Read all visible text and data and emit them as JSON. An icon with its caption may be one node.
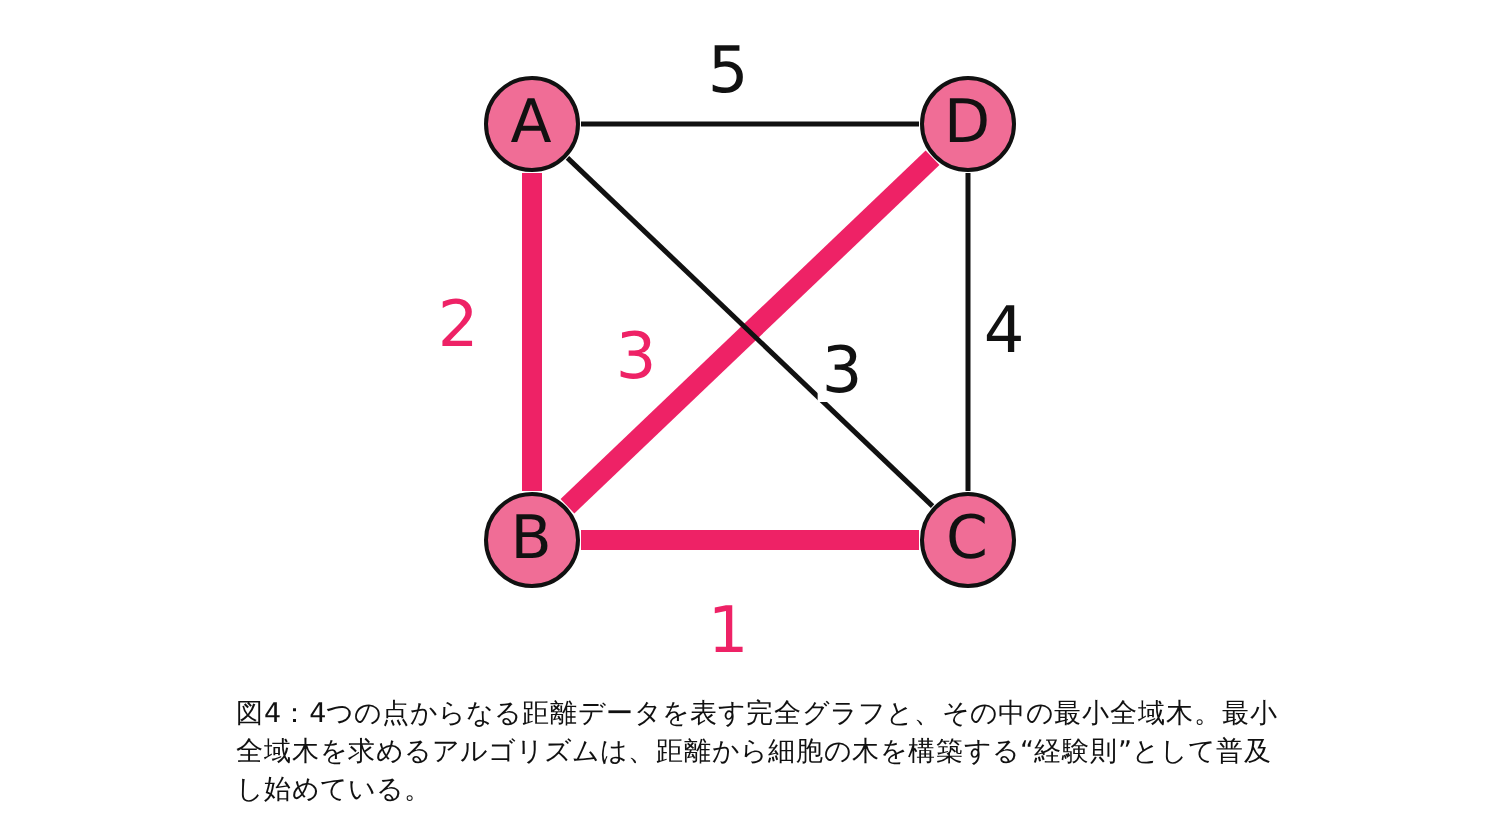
{
  "diagram": {
    "caption": "図4：4つの点からなる距離データを表す完全グラフと、その中の最小全域木。最小全域木を求めるアルゴリズムは、距離から細胞の木を構築する“経験則”として普及し始めている。",
    "nodes": [
      {
        "text": [
          "A"
        ]
      },
      {
        "text": [
          "D"
        ]
      },
      {
        "text": [
          "B"
        ]
      },
      {
        "text": [
          "C"
        ]
      }
    ],
    "edges": [
      {
        "from": 0,
        "to": 1,
        "arrow": "none",
        "label": "5"
      },
      {
        "from": 0,
        "to": 2,
        "arrow": "none",
        "label": "2",
        "style": "thick",
        "color": "#ee2266"
      },
      {
        "from": 2,
        "to": 1,
        "arrow": "none",
        "label": "3",
        "style": "thick",
        "color": "#ee2266"
      },
      {
        "from": 0,
        "to": 3,
        "arrow": "none",
        "label": "3"
      },
      {
        "from": 1,
        "to": 3,
        "arrow": "none",
        "label": "4"
      },
      {
        "from": 2,
        "to": 3,
        "arrow": "none",
        "label": "1",
        "style": "thick",
        "color": "#ee2266"
      }
    ]
  }
}
